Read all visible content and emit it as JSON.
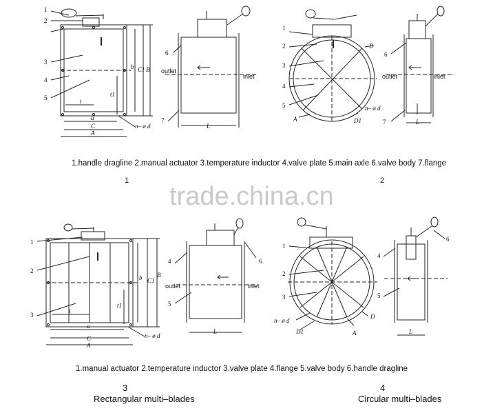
{
  "caption_top": "1.handle dragline 2.manual actuator 3.temperature inductor 4.valve plate 5.main axle 6.valve body 7.flange",
  "caption_bottom": "1.manual actuator 2.temperature inductor 3.valve plate 4.flange 5.valve body 6.handle dragline",
  "figures": {
    "fig1_number": "1",
    "fig2_number": "2",
    "fig3_number": "3",
    "fig4_number": "4",
    "fig3_title": "Rectangular multi–blades",
    "fig4_title": "Circular multi–blades"
  },
  "watermark": "trade.china.cn",
  "labels": {
    "outlet": "outlet",
    "inlet": "inlet",
    "n_d": "n– ø d",
    "A": "A",
    "B": "B",
    "C": "C",
    "C1": "C1",
    "a": "a",
    "b": "b",
    "t": "t",
    "t1": "t1",
    "L": "L",
    "D": "D",
    "D1": "D1",
    "n1": "1",
    "n2": "2",
    "n3": "3",
    "n4": "4",
    "n5": "5",
    "n6": "6",
    "n7": "7"
  }
}
